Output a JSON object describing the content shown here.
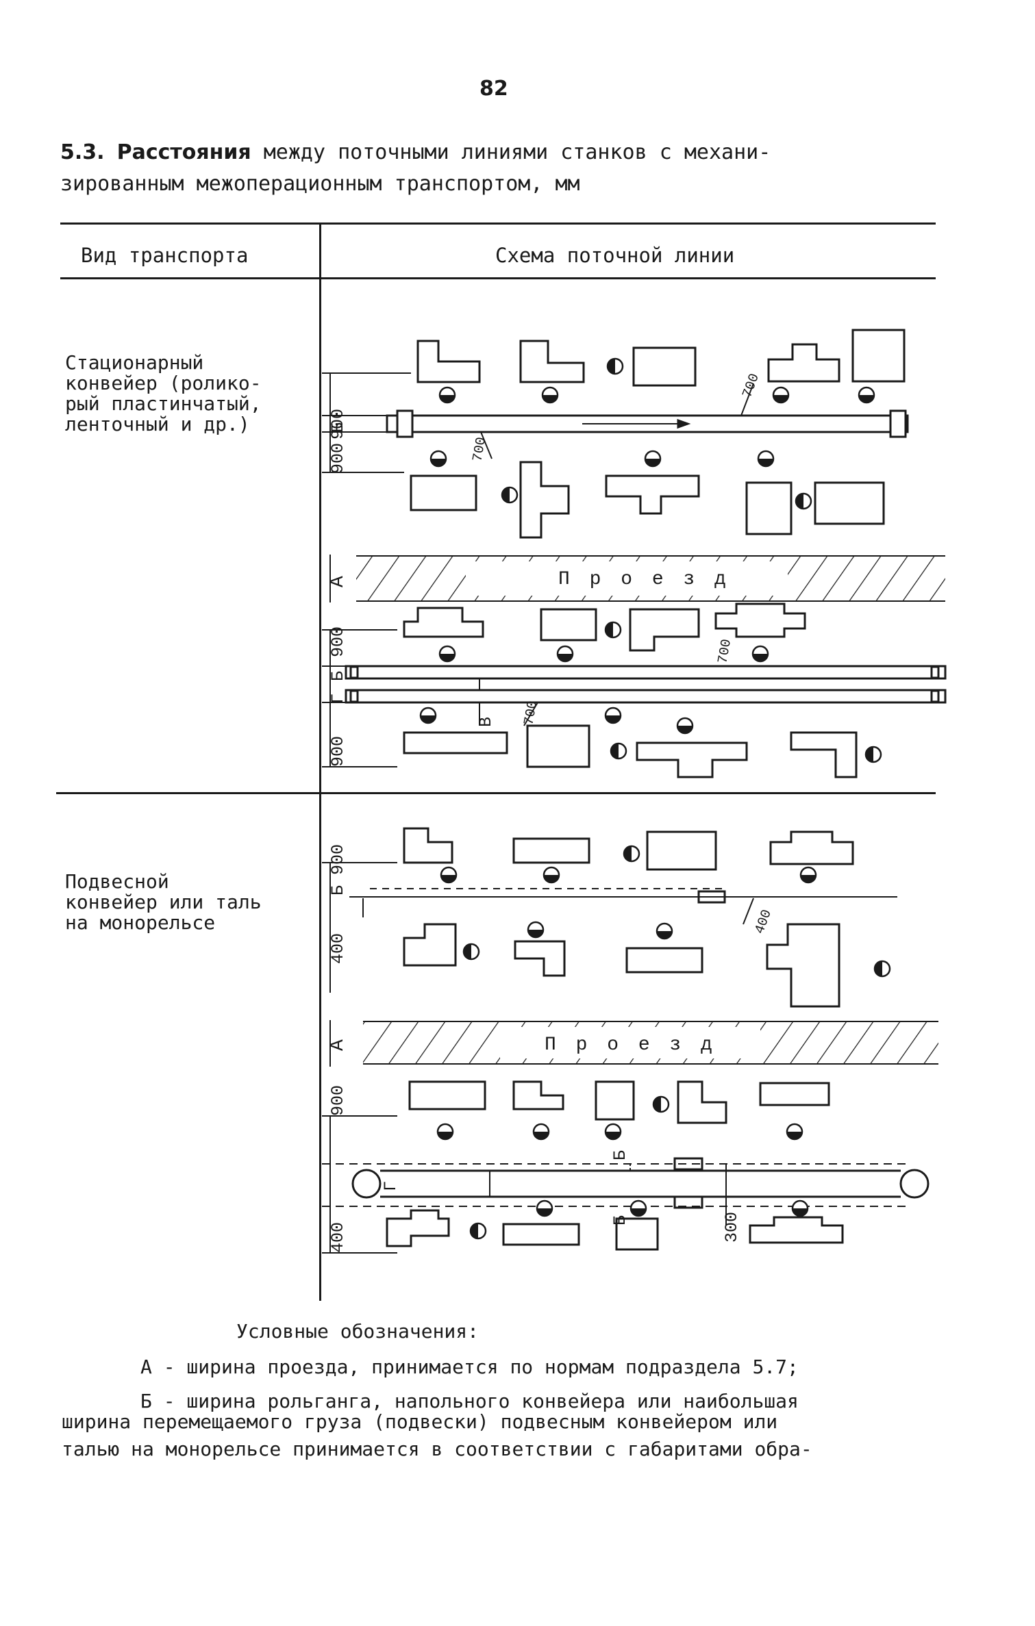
{
  "page_number": "82",
  "title": {
    "number": "5.3.",
    "bold_word": "Расстояния",
    "line1_rest": "между поточными линиями станков с механи-",
    "line2": "зированным межоперационным транспортом, мм"
  },
  "table": {
    "col1_header": "Вид транспорта",
    "col2_header": "Схема поточной линии",
    "rows": [
      {
        "type": "Стационарный\nконвейер (ролико-\nрый пластинчатый,\nленточный и др.)"
      },
      {
        "type": "Подвесной\nконвейер или таль\nна монорельсе"
      }
    ]
  },
  "scheme1": {
    "passage_text": "П р о е з д",
    "dims": {
      "d900a": "900",
      "dB": "Б",
      "d900b": "900",
      "d700a": "700",
      "d700b": "700",
      "dA": "А",
      "d900c": "900",
      "dB2": "Б",
      "dG": "Г",
      "dV": "В",
      "d700c": "700",
      "d700d": "700",
      "d900d": "900"
    }
  },
  "scheme2": {
    "passage_text": "П р о е з д",
    "dims": {
      "dB900": "Б 900",
      "d400a": "400",
      "d400b": "400",
      "dA": "А",
      "d900": "900",
      "dB1": "Б",
      "dG": "Г",
      "dB2": "Б",
      "d300": "300",
      "d400c": "400"
    }
  },
  "legend": {
    "heading": "Условные обозначения:",
    "line_a": "А - ширина проезда, принимается по нормам подраздела 5.7;",
    "line_b1": "Б - ширина рольганга, напольного конвейера или наибольшая",
    "line_b2": "ширина перемещаемого груза (подвески) подвесным конвейером или",
    "line_b3": "талью на монорельсе принимается в соответствии с габаритами обра-"
  }
}
